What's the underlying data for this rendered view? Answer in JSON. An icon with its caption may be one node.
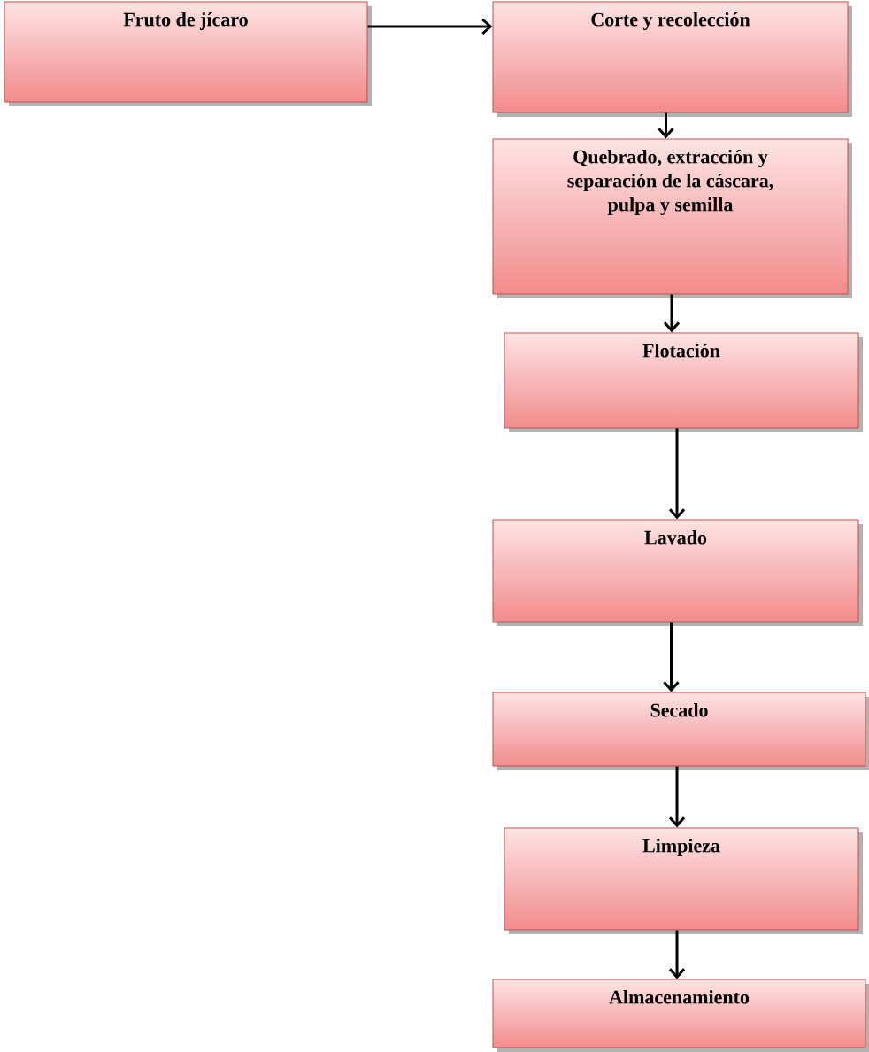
{
  "diagram": {
    "nodes": [
      {
        "text": [
          "Fruto de jícaro"
        ]
      },
      {
        "text": [
          "Corte y recolección"
        ]
      },
      {
        "text": [
          "Quebrado, extracción y separación de la cáscara, pulpa y semilla"
        ]
      },
      {
        "text": [
          "Flotación"
        ]
      },
      {
        "text": [
          "Lavado"
        ]
      },
      {
        "text": [
          "Secado"
        ]
      },
      {
        "text": [
          "Limpieza"
        ]
      },
      {
        "text": [
          "Almacenamiento"
        ]
      }
    ],
    "edges": [
      {
        "from": 0,
        "to": 1,
        "arrow": "to"
      },
      {
        "from": 1,
        "to": 2,
        "arrow": "to"
      },
      {
        "from": 2,
        "to": 3,
        "arrow": "to"
      },
      {
        "from": 3,
        "to": 4,
        "arrow": "to"
      },
      {
        "from": 4,
        "to": 5,
        "arrow": "to"
      },
      {
        "from": 5,
        "to": 6,
        "arrow": "to"
      },
      {
        "from": 6,
        "to": 7,
        "arrow": "to"
      }
    ]
  }
}
